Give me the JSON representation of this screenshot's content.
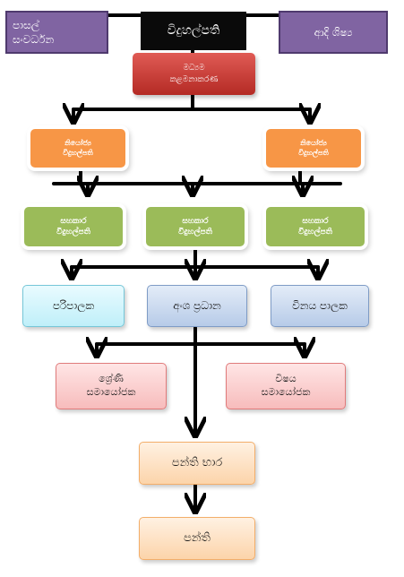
{
  "nodes": {
    "school_development": "පාසල්\nසංවර්ධන",
    "principal": "විදුහල්පති",
    "past_students": "ආදි ශිෂ්‍ය",
    "management": "මධ්‍යම\nකළමනාකරණ",
    "deputy_principal_left": "නියෝජ්‍ය\nවිදුහල්පති",
    "deputy_principal_right": "නියෝජ්‍ය\nවිදුහල්පති",
    "assistant_principal_1": "සහකාර\nවිදුහල්පති",
    "assistant_principal_2": "සහකාර\nවිදුහල්පති",
    "assistant_principal_3": "සහකාර\nවිදුහල්පති",
    "administrator": "පරිපාලක",
    "section_head": "අංශ ප්‍රධාන",
    "discipline_master": "විනය පාලක",
    "grade_coordinator": "ශ්‍රේණි\nසමායෝජක",
    "subject_coordinator": "විෂය\nසමායෝජක",
    "class_teacher": "පන්ති භාර",
    "class": "පන්ති"
  },
  "colors": {
    "purple": "#8064a2",
    "black": "#0a0a0a",
    "red": "#c0504d",
    "orange": "#f79646",
    "green": "#9bbb59",
    "cyan": "#bfeff9",
    "blue": "#b7cbe8",
    "pink": "#f7bcbc",
    "peach": "#fcd4aa",
    "connector": "#000000"
  }
}
